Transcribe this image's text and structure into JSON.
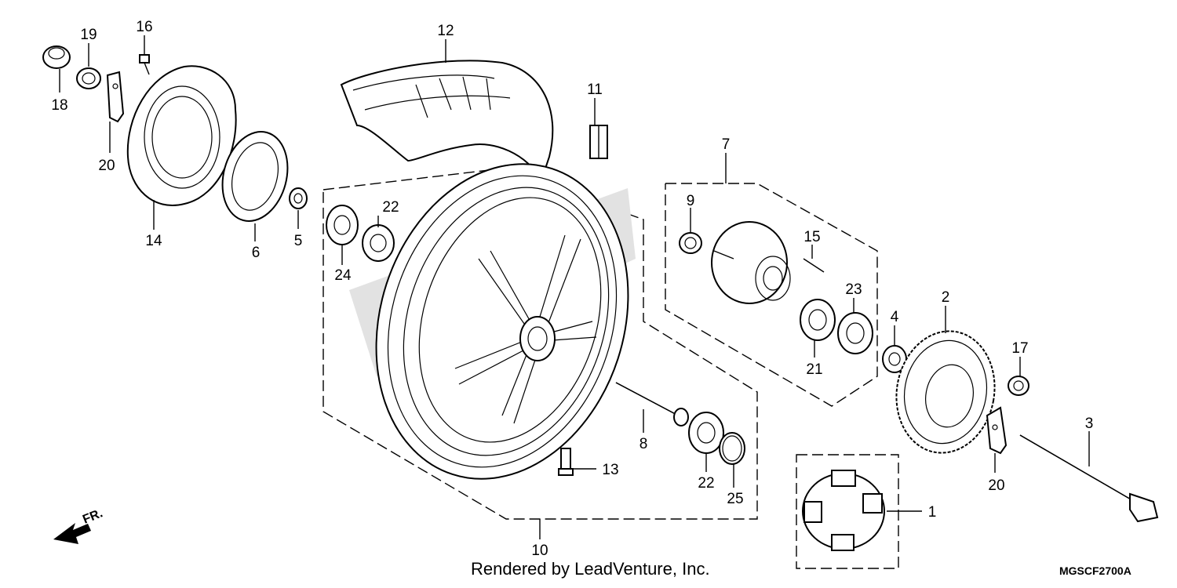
{
  "diagram": {
    "labels": {
      "p1": "1",
      "p2": "2",
      "p3": "3",
      "p4": "4",
      "p5": "5",
      "p6": "6",
      "p7": "7",
      "p8": "8",
      "p9": "9",
      "p10": "10",
      "p11": "11",
      "p12": "12",
      "p13": "13",
      "p14": "14",
      "p15": "15",
      "p16": "16",
      "p17": "17",
      "p18": "18",
      "p19": "19",
      "p20a": "20",
      "p20b": "20",
      "p21": "21",
      "p22a": "22",
      "p22b": "22",
      "p23": "23",
      "p24": "24",
      "p25": "25"
    },
    "front_marker": "FR.",
    "footer": "Rendered by LeadVenture, Inc.",
    "diagram_code": "MGSCF2700A"
  }
}
